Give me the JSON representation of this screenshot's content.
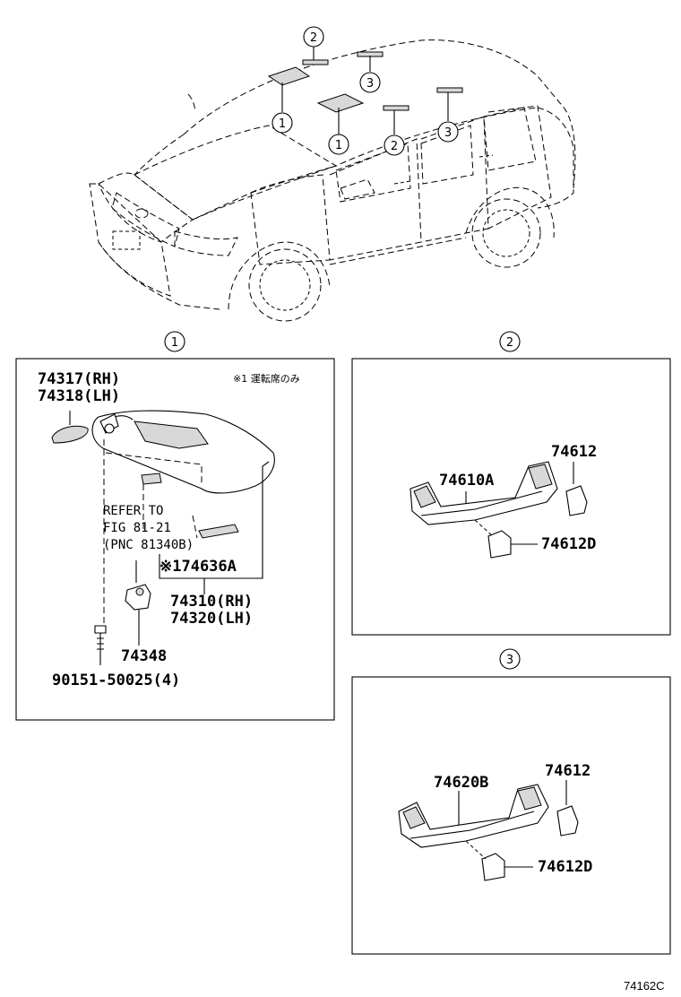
{
  "callouts": [
    "1",
    "2",
    "3"
  ],
  "panel1": {
    "label": "1",
    "note": "※1 運転席のみ",
    "parts": {
      "p74317": "74317(RH)",
      "p74318": "74318(LH)",
      "refer1": "REFER TO",
      "refer2": "FIG 81-21",
      "refer3": "(PNC 81340B)",
      "p74636a": "※174636A",
      "p74310": "74310(RH)",
      "p74320": "74320(LH)",
      "p74348": "74348",
      "p90151": "90151-50025(4)"
    }
  },
  "panel2": {
    "label": "2",
    "parts": {
      "p74612": "74612",
      "p74610a": "74610A",
      "p74612d": "74612D"
    }
  },
  "panel3": {
    "label": "3",
    "parts": {
      "p74612": "74612",
      "p74620b": "74620B",
      "p74612d": "74612D"
    }
  },
  "figure_id": "74162C"
}
